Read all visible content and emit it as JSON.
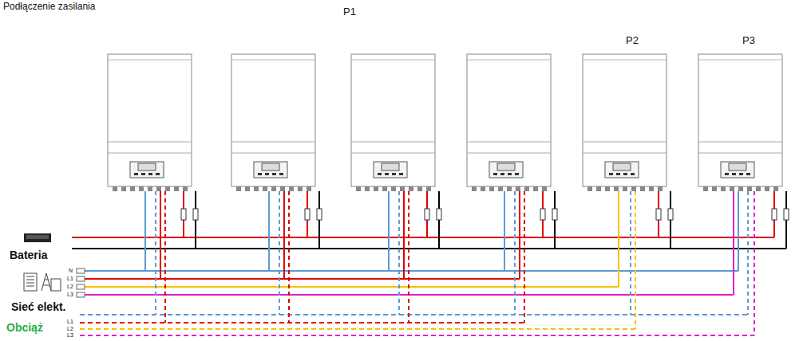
{
  "diagram": {
    "title": "Podłączenie zasilania",
    "labels": [
      "P1",
      "P2",
      "P3",
      "Bateria",
      "N",
      "L1",
      "L2",
      "L3",
      "Sieć elekt.",
      "L1",
      "L2",
      "L3",
      "Obciąż"
    ]
  }
}
